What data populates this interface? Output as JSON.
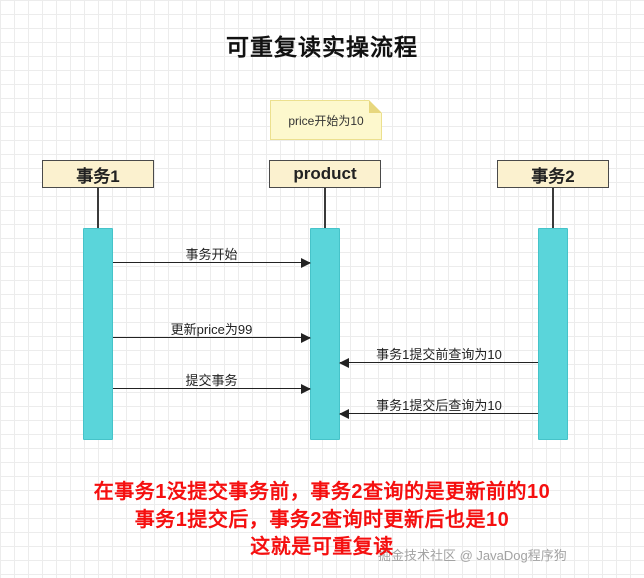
{
  "title": "可重复读实操流程",
  "note": {
    "text": "price开始为10"
  },
  "actors": [
    {
      "label": "事务1"
    },
    {
      "label": "product"
    },
    {
      "label": "事务2"
    }
  ],
  "messages": [
    {
      "label": "事务开始",
      "from": "事务1",
      "to": "product",
      "direction": "right"
    },
    {
      "label": "更新price为99",
      "from": "事务1",
      "to": "product",
      "direction": "right"
    },
    {
      "label": "提交事务",
      "from": "事务1",
      "to": "product",
      "direction": "right"
    },
    {
      "label": "事务1提交前查询为10",
      "from": "事务2",
      "to": "product",
      "direction": "left"
    },
    {
      "label": "事务1提交后查询为10",
      "from": "事务2",
      "to": "product",
      "direction": "left"
    }
  ],
  "conclusion": {
    "line1": "在事务1没提交事务前，事务2查询的是更新前的10",
    "line2": "事务1提交后，事务2查询时更新后也是10",
    "line3": "这就是可重复读"
  },
  "watermark": "掘金技术社区 @ JavaDog程序狗",
  "colors": {
    "activation_bar": "#5ad5da",
    "actor_fill": "#fbf1cf",
    "note_fill": "#fdf8cd",
    "conclusion_text": "#f50f0f",
    "grid_line": "#ececec"
  }
}
